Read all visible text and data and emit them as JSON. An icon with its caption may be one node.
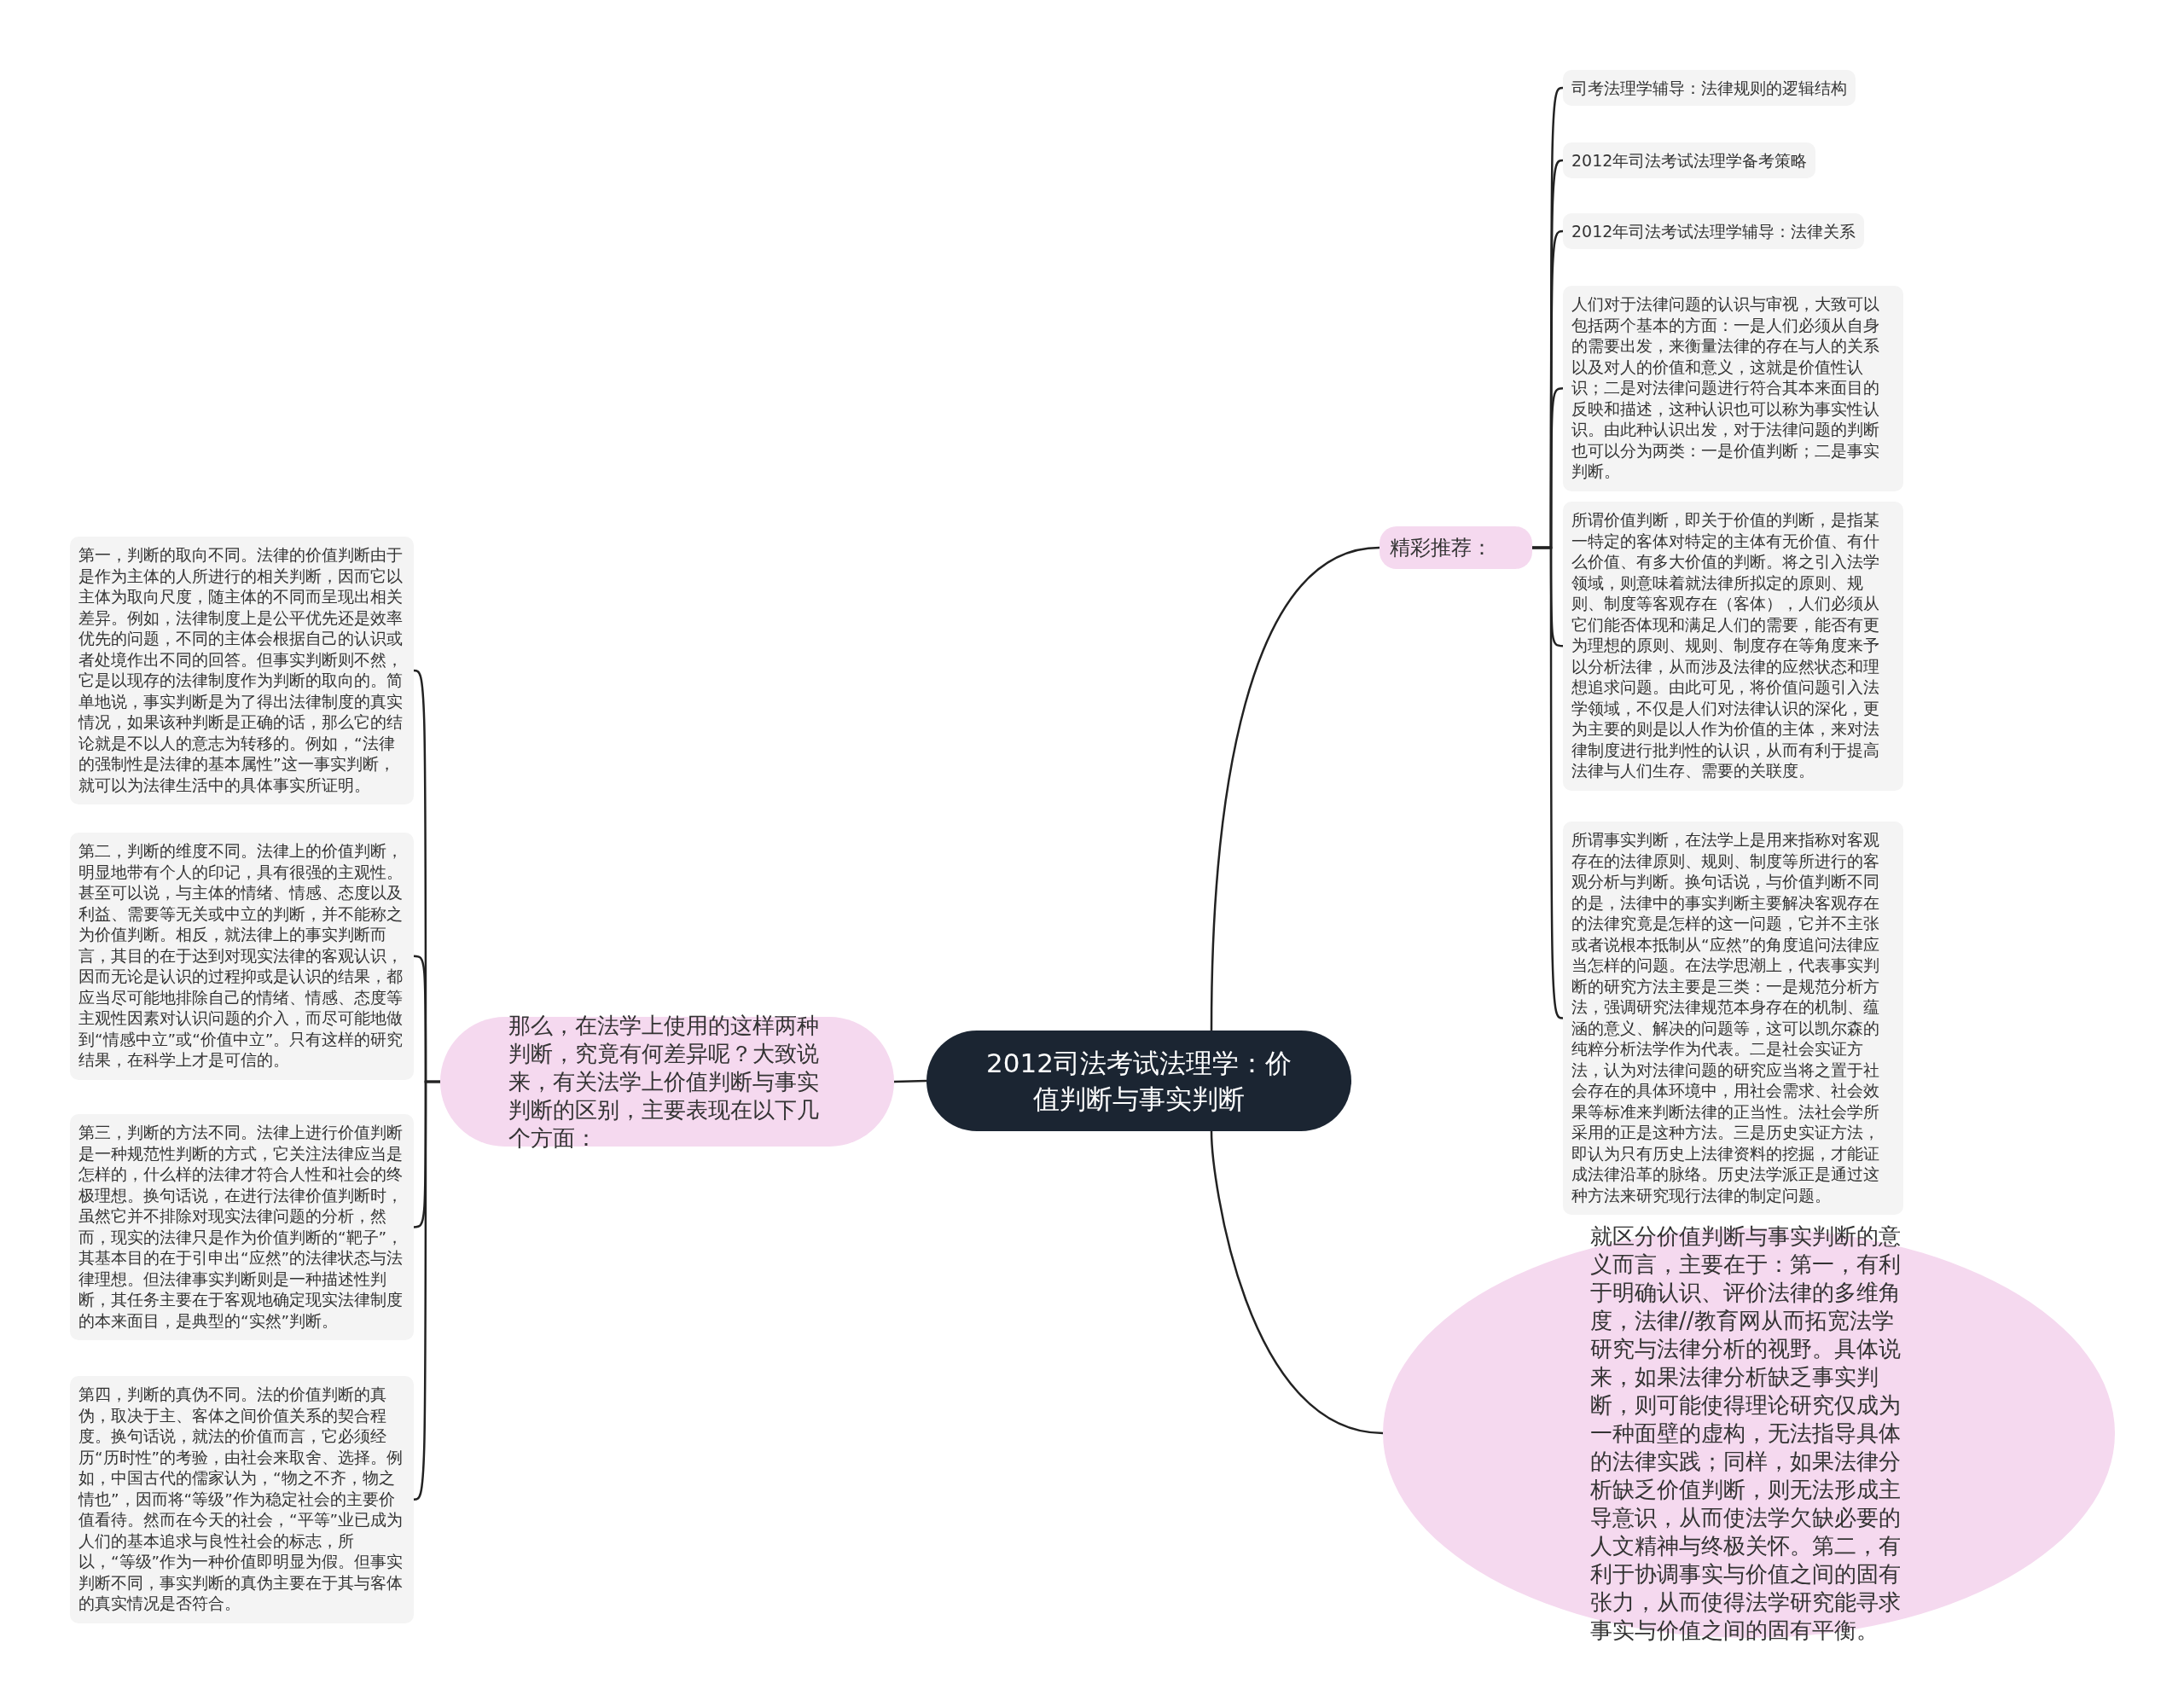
{
  "diagram": {
    "nodes": [
      {
        "text": [
          "2012司法考试法理学：价值判断与事实判断"
        ]
      },
      {
        "text": [
          "那么，在法学上使用的这样两种判断，究竟有何差异呢？大致说来，有关法学上价值判断与事实判断的区别，主要表现在以下几个方面："
        ]
      },
      {
        "text": [
          "第一，判断的取向不同。法律的价值判断由于是作为主体的人所进行的相关判断，因而它以主体为取向尺度，随主体的不同而呈现出相关差异。例如，法律制度上是公平优先还是效率优先的问题，不同的主体会根据自己的认识或者处境作出不同的回答。但事实判断则不然，它是以现存的法律制度作为判断的取向的。简单地说，事实判断是为了得出法律制度的真实情况，如果该种判断是正确的话，那么它的结论就是不以人的意志为转移的。例如，“法律的强制性是法律的基本属性”这一事实判断，就可以为法律生活中的具体事实所证明。"
        ]
      },
      {
        "text": [
          "第二，判断的维度不同。法律上的价值判断，明显地带有个人的印记，具有很强的主观性。甚至可以说，与主体的情绪、情感、态度以及利益、需要等无关或中立的判断，并不能称之为价值判断。相反，就法律上的事实判断而言，其目的在于达到对现实法律的客观认识，因而无论是认识的过程抑或是认识的结果，都应当尽可能地排除自己的情绪、情感、态度等主观性因素对认识问题的介入，而尽可能地做到“情感中立”或“价值中立”。只有这样的研究结果，在科学上才是可信的。"
        ]
      },
      {
        "text": [
          "第三，判断的方法不同。法律上进行价值判断是一种规范性判断的方式，它关注法律应当是怎样的，什么样的法律才符合人性和社会的终极理想。换句话说，在进行法律价值判断时，虽然它并不排除对现实法律问题的分析，然而，现实的法律只是作为价值判断的“靶子”，其基本目的在于引申出“应然”的法律状态与法律理想。但法律事实判断则是一种描述性判断，其任务主要在于客观地确定现实法律制度的本来面目，是典型的“实然”判断。"
        ]
      },
      {
        "text": [
          "第四，判断的真伪不同。法的价值判断的真伪，取决于主、客体之间价值关系的契合程度。换句话说，就法的价值而言，它必须经历“历时性”的考验，由社会来取舍、选择。例如，中国古代的儒家认为，“物之不齐，物之情也”，因而将“等级”作为稳定社会的主要价值看待。然而在今天的社会，“平等”业已成为人们的基本追求与良性社会的标志，所以，“等级”作为一种价值即明显为假。但事实判断不同，事实判断的真伪主要在于其与客体的真实情况是否符合。"
        ]
      },
      {
        "text": [
          "精彩推荐："
        ]
      },
      {
        "text": [
          "司考法理学辅导：法律规则的逻辑结构"
        ]
      },
      {
        "text": [
          "2012年司法考试法理学备考策略"
        ]
      },
      {
        "text": [
          "2012年司法考试法理学辅导：法律关系"
        ]
      },
      {
        "text": [
          "人们对于法律问题的认识与审视，大致可以包括两个基本的方面：一是人们必须从自身的需要出发，来衡量法律的存在与人的关系以及对人的价值和意义，这就是价值性认识；二是对法律问题进行符合其本来面目的反映和描述，这种认识也可以称为事实性认识。由此种认识出发，对于法律问题的判断也可以分为两类：一是价值判断；二是事实判断。"
        ]
      },
      {
        "text": [
          "所谓价值判断，即关于价值的判断，是指某一特定的客体对特定的主体有无价值、有什么价值、有多大价值的判断。将之引入法学领域，则意味着就法律所拟定的原则、规则、制度等客观存在（客体），人们必须从它们能否体现和满足人们的需要，能否有更为理想的原则、规则、制度存在等角度来予以分析法律，从而涉及法律的应然状态和理想追求问题。由此可见，将价值问题引入法学领域，不仅是人们对法律认识的深化，更为主要的则是以人作为价值的主体，来对法律制度进行批判性的认识，从而有利于提高法律与人们生存、需要的关联度。"
        ]
      },
      {
        "text": [
          "所谓事实判断，在法学上是用来指称对客观存在的法律原则、规则、制度等所进行的客观分析与判断。换句话说，与价值判断不同的是，法律中的事实判断主要解决客观存在的法律究竟是怎样的这一问题，它并不主张或者说根本抵制从“应然”的角度追问法律应当怎样的问题。在法学思潮上，代表事实判断的研究方法主要是三类：一是规范分析方法，强调研究法律规范本身存在的机制、蕴涵的意义、解决的问题等，这可以凯尔森的纯粹分析法学作为代表。二是社会实证方法，认为对法律问题的研究应当将之置于社会存在的具体环境中，用社会需求、社会效果等标准来判断法律的正当性。法社会学所采用的正是这种方法。三是历史实证方法，即认为只有历史上法律资料的挖掘，才能证成法律沿革的脉络。历史法学派正是通过这种方法来研究现行法律的制定问题。"
        ]
      },
      {
        "text": [
          "就区分价值判断与事实判断的意义而言，主要在于：第一，有利于明确认识、评价法律的多维角度，法律//教育网从而拓宽法学研究与法律分析的视野。具体说来，如果法律分析缺乏事实判断，则可能使得理论研究仅成为一种面壁的虚构，无法指导具体的法律实践；同样，如果法律分析缺乏价值判断，则无法形成主导意识，从而使法学欠缺必要的人文精神与终极关怀。第二，有利于协调事实与价值之间的固有张力，从而使得法学研究能寻求事实与价值之间的固有平衡。"
        ]
      }
    ],
    "edges": [
      {
        "from": 0,
        "to": 1,
        "arrow": "none"
      },
      {
        "from": 1,
        "to": 2,
        "arrow": "none"
      },
      {
        "from": 1,
        "to": 3,
        "arrow": "none"
      },
      {
        "from": 1,
        "to": 4,
        "arrow": "none"
      },
      {
        "from": 1,
        "to": 5,
        "arrow": "none"
      },
      {
        "from": 0,
        "to": 6,
        "arrow": "none"
      },
      {
        "from": 6,
        "to": 7,
        "arrow": "none"
      },
      {
        "from": 6,
        "to": 8,
        "arrow": "none"
      },
      {
        "from": 6,
        "to": 9,
        "arrow": "none"
      },
      {
        "from": 6,
        "to": 10,
        "arrow": "none"
      },
      {
        "from": 6,
        "to": 11,
        "arrow": "none"
      },
      {
        "from": 6,
        "to": 12,
        "arrow": "none"
      },
      {
        "from": 0,
        "to": 13,
        "arrow": "none"
      }
    ]
  }
}
